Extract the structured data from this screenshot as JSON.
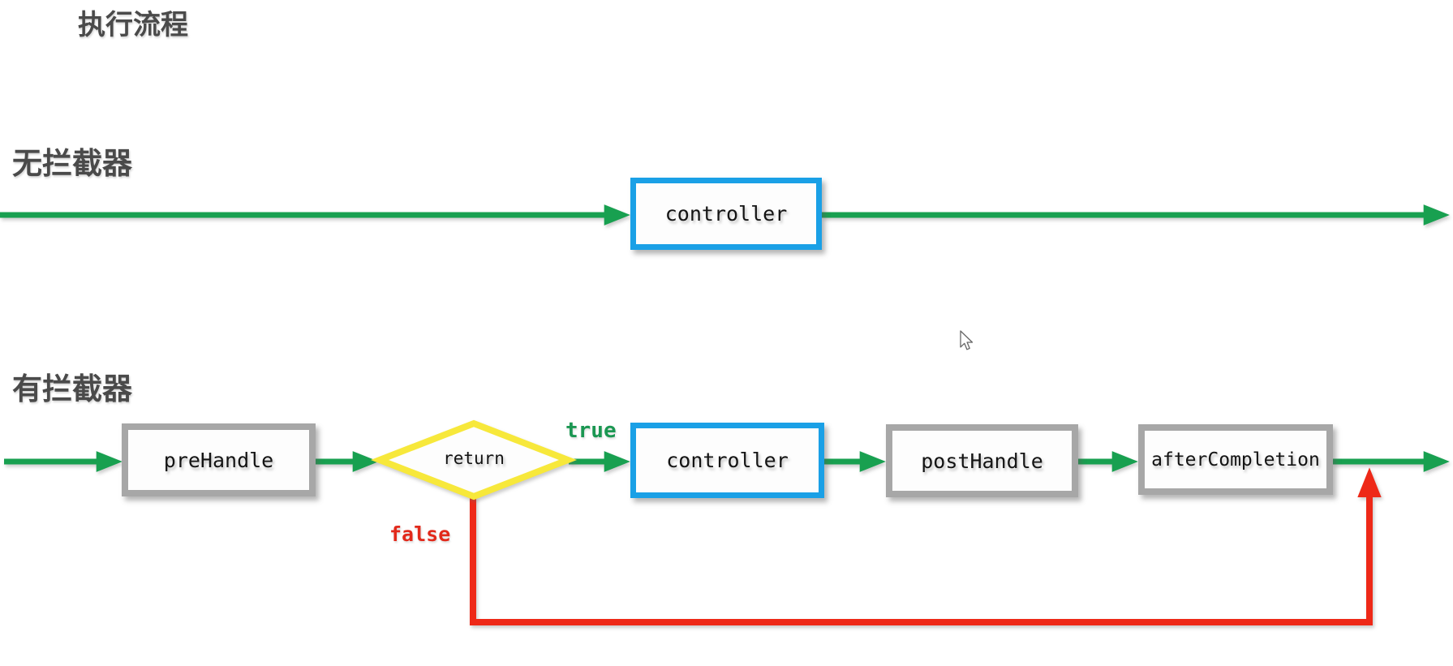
{
  "page": {
    "title": "执行流程"
  },
  "sections": {
    "no_interceptor": {
      "label": "无拦截器",
      "nodes": {
        "controller": {
          "label": "controller"
        }
      }
    },
    "with_interceptor": {
      "label": "有拦截器",
      "nodes": {
        "preHandle": {
          "label": "preHandle"
        },
        "decision": {
          "label": "return"
        },
        "controller": {
          "label": "controller"
        },
        "postHandle": {
          "label": "postHandle"
        },
        "afterCompletion": {
          "label": "afterCompletion"
        }
      },
      "branch_labels": {
        "true": "true",
        "false": "false"
      }
    }
  },
  "colors": {
    "background": "#ffffff",
    "arrow_green": "#18a050",
    "arrow_red": "#ee2817",
    "node_border_blue": "#1aa0e6",
    "node_border_gray": "#a7a7a7",
    "diamond_yellow": "#f7e83b",
    "true_label_green": "#1b9752",
    "false_label_red": "#e2291b",
    "heading_color": "#4a4a4a",
    "node_text_color": "#141414"
  }
}
